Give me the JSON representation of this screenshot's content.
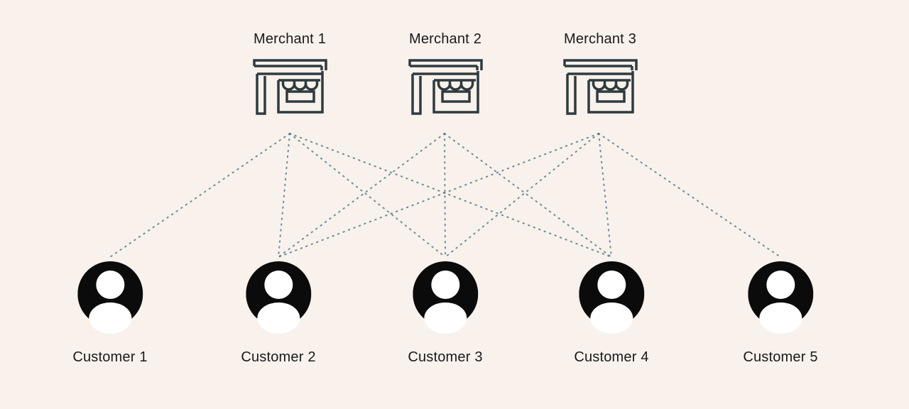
{
  "diagram": {
    "title": "merchant-customer-network",
    "colors": {
      "background": "#f8f1ec",
      "edge": "#4a7680",
      "icon_stroke": "#2e3b3e",
      "avatar": "#0b0b0b",
      "avatar_fill": "#ffffff",
      "text": "#1a1a1a"
    },
    "merchants": [
      {
        "id": "merchant-1",
        "label": "Merchant 1"
      },
      {
        "id": "merchant-2",
        "label": "Merchant 2"
      },
      {
        "id": "merchant-3",
        "label": "Merchant 3"
      }
    ],
    "customers": [
      {
        "id": "customer-1",
        "label": "Customer 1"
      },
      {
        "id": "customer-2",
        "label": "Customer 2"
      },
      {
        "id": "customer-3",
        "label": "Customer 3"
      },
      {
        "id": "customer-4",
        "label": "Customer 4"
      },
      {
        "id": "customer-5",
        "label": "Customer 5"
      }
    ],
    "edges": [
      {
        "from": "merchant-1",
        "to": "customer-1"
      },
      {
        "from": "merchant-1",
        "to": "customer-2"
      },
      {
        "from": "merchant-1",
        "to": "customer-3"
      },
      {
        "from": "merchant-1",
        "to": "customer-4"
      },
      {
        "from": "merchant-2",
        "to": "customer-2"
      },
      {
        "from": "merchant-2",
        "to": "customer-3"
      },
      {
        "from": "merchant-2",
        "to": "customer-4"
      },
      {
        "from": "merchant-3",
        "to": "customer-2"
      },
      {
        "from": "merchant-3",
        "to": "customer-3"
      },
      {
        "from": "merchant-3",
        "to": "customer-4"
      },
      {
        "from": "merchant-3",
        "to": "customer-5"
      }
    ]
  }
}
